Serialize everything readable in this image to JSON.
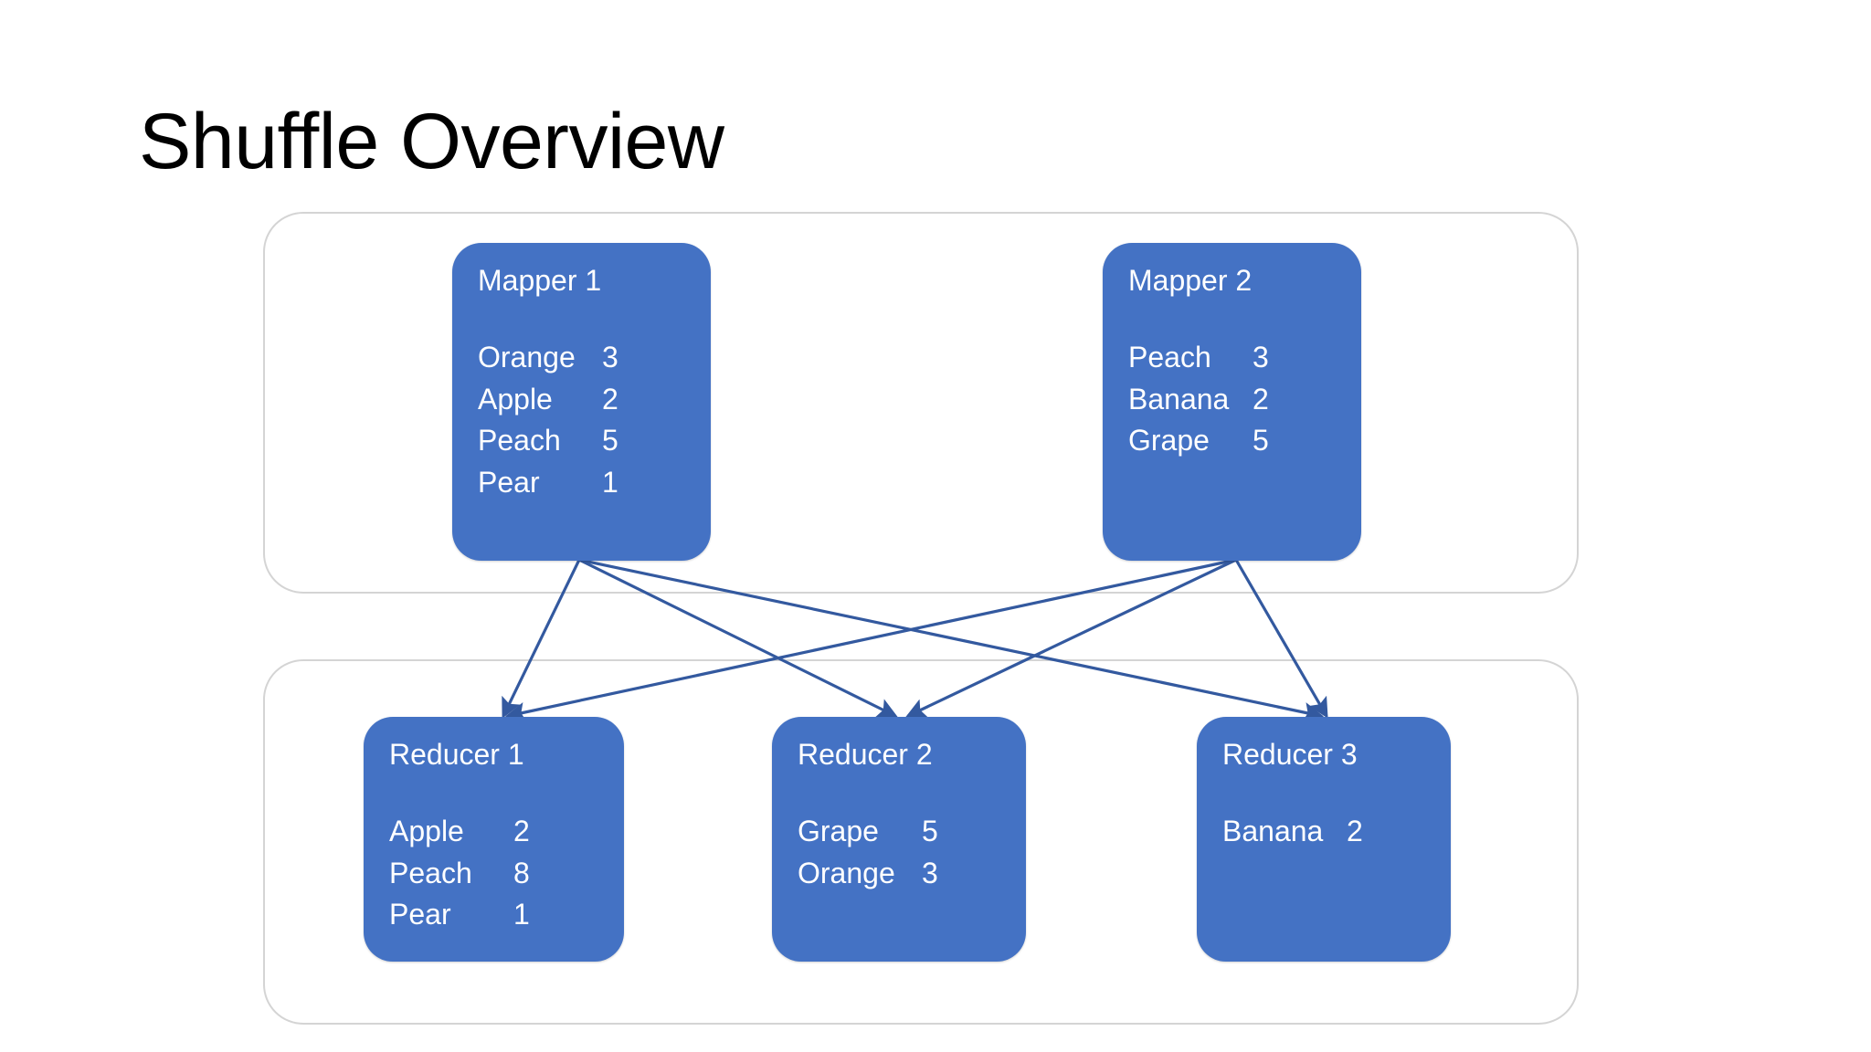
{
  "slide": {
    "title": "Shuffle Overview",
    "background_color": "#ffffff",
    "node_color": "#4472c4",
    "frame_border_color": "#d4d4d4",
    "arrow_color": "#33599f",
    "text_color": "#ffffff"
  },
  "mappers": [
    {
      "title": "Mapper 1",
      "rows": [
        {
          "key": "Orange",
          "value": "3"
        },
        {
          "key": "Apple",
          "value": "2"
        },
        {
          "key": "Peach",
          "value": "5"
        },
        {
          "key": "Pear",
          "value": "1"
        }
      ]
    },
    {
      "title": "Mapper 2",
      "rows": [
        {
          "key": "Peach",
          "value": "3"
        },
        {
          "key": "Banana",
          "value": "2"
        },
        {
          "key": "Grape",
          "value": "5"
        }
      ]
    }
  ],
  "reducers": [
    {
      "title": "Reducer 1",
      "rows": [
        {
          "key": "Apple",
          "value": "2"
        },
        {
          "key": "Peach",
          "value": "8"
        },
        {
          "key": "Pear",
          "value": "1"
        }
      ]
    },
    {
      "title": "Reducer 2",
      "rows": [
        {
          "key": "Grape",
          "value": "5"
        },
        {
          "key": "Orange",
          "value": "3"
        }
      ]
    },
    {
      "title": "Reducer 3",
      "rows": [
        {
          "key": "Banana",
          "value": "2"
        }
      ]
    }
  ],
  "connections": [
    {
      "from": "Mapper 1",
      "to": "Reducer 1"
    },
    {
      "from": "Mapper 1",
      "to": "Reducer 2"
    },
    {
      "from": "Mapper 1",
      "to": "Reducer 3"
    },
    {
      "from": "Mapper 2",
      "to": "Reducer 1"
    },
    {
      "from": "Mapper 2",
      "to": "Reducer 2"
    },
    {
      "from": "Mapper 2",
      "to": "Reducer 3"
    }
  ]
}
